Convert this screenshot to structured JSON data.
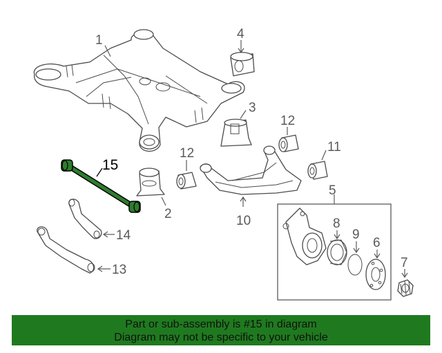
{
  "callouts": {
    "c1": "1",
    "c2": "2",
    "c3": "3",
    "c4": "4",
    "c5": "5",
    "c6": "6",
    "c7": "7",
    "c8": "8",
    "c9": "9",
    "c10": "10",
    "c11": "11",
    "c12a": "12",
    "c12b": "12",
    "c13": "13",
    "c14": "14",
    "c15": "15"
  },
  "highlight_color": "#2e7d2e",
  "banner": {
    "line1": "Part or sub-assembly is #15 in diagram",
    "line2": "Diagram may not be specific to your vehicle",
    "color": "#1f7a1f"
  }
}
